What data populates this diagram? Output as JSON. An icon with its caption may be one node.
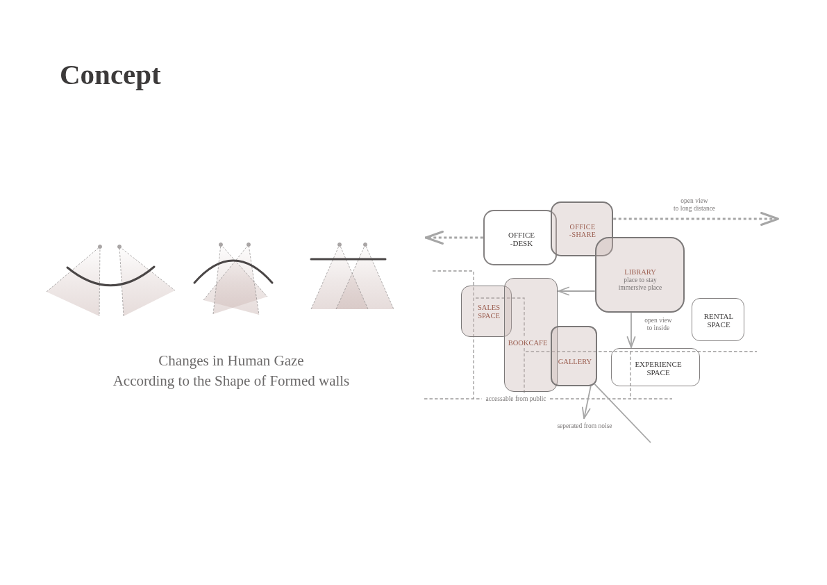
{
  "diagram": {
    "title": "Concept",
    "caption": "Changes in Human Gaze According to the Shape of Formed walls",
    "nodes": [
      {
        "text": [
          "OFFICE -DESK"
        ]
      },
      {
        "text": [
          "OFFICE -SHARE"
        ]
      },
      {
        "text": [
          "LIBRARY",
          "place to stay immersive place"
        ]
      },
      {
        "text": [
          "SALES SPACE"
        ]
      },
      {
        "text": [
          "BOOKCAFE"
        ]
      },
      {
        "text": [
          "GALLERY"
        ]
      },
      {
        "text": [
          "RENTAL SPACE"
        ]
      },
      {
        "text": [
          "EXPERIENCE SPACE"
        ]
      }
    ],
    "edges": [
      {
        "from": 0,
        "to": null,
        "arrow": "to",
        "style": "dashed"
      },
      {
        "from": 1,
        "to": null,
        "arrow": "to",
        "label": "open view to long distance",
        "style": "dashed"
      },
      {
        "from": 2,
        "to": 4,
        "arrow": "to"
      },
      {
        "from": 2,
        "to": 7,
        "arrow": "to",
        "label": "open view to inside"
      },
      {
        "from": 5,
        "to": null,
        "arrow": "to",
        "label": "seperated from noise"
      },
      {
        "from": 5,
        "to": null,
        "arrow": "none"
      }
    ],
    "labels": [
      "accessable from public"
    ]
  }
}
